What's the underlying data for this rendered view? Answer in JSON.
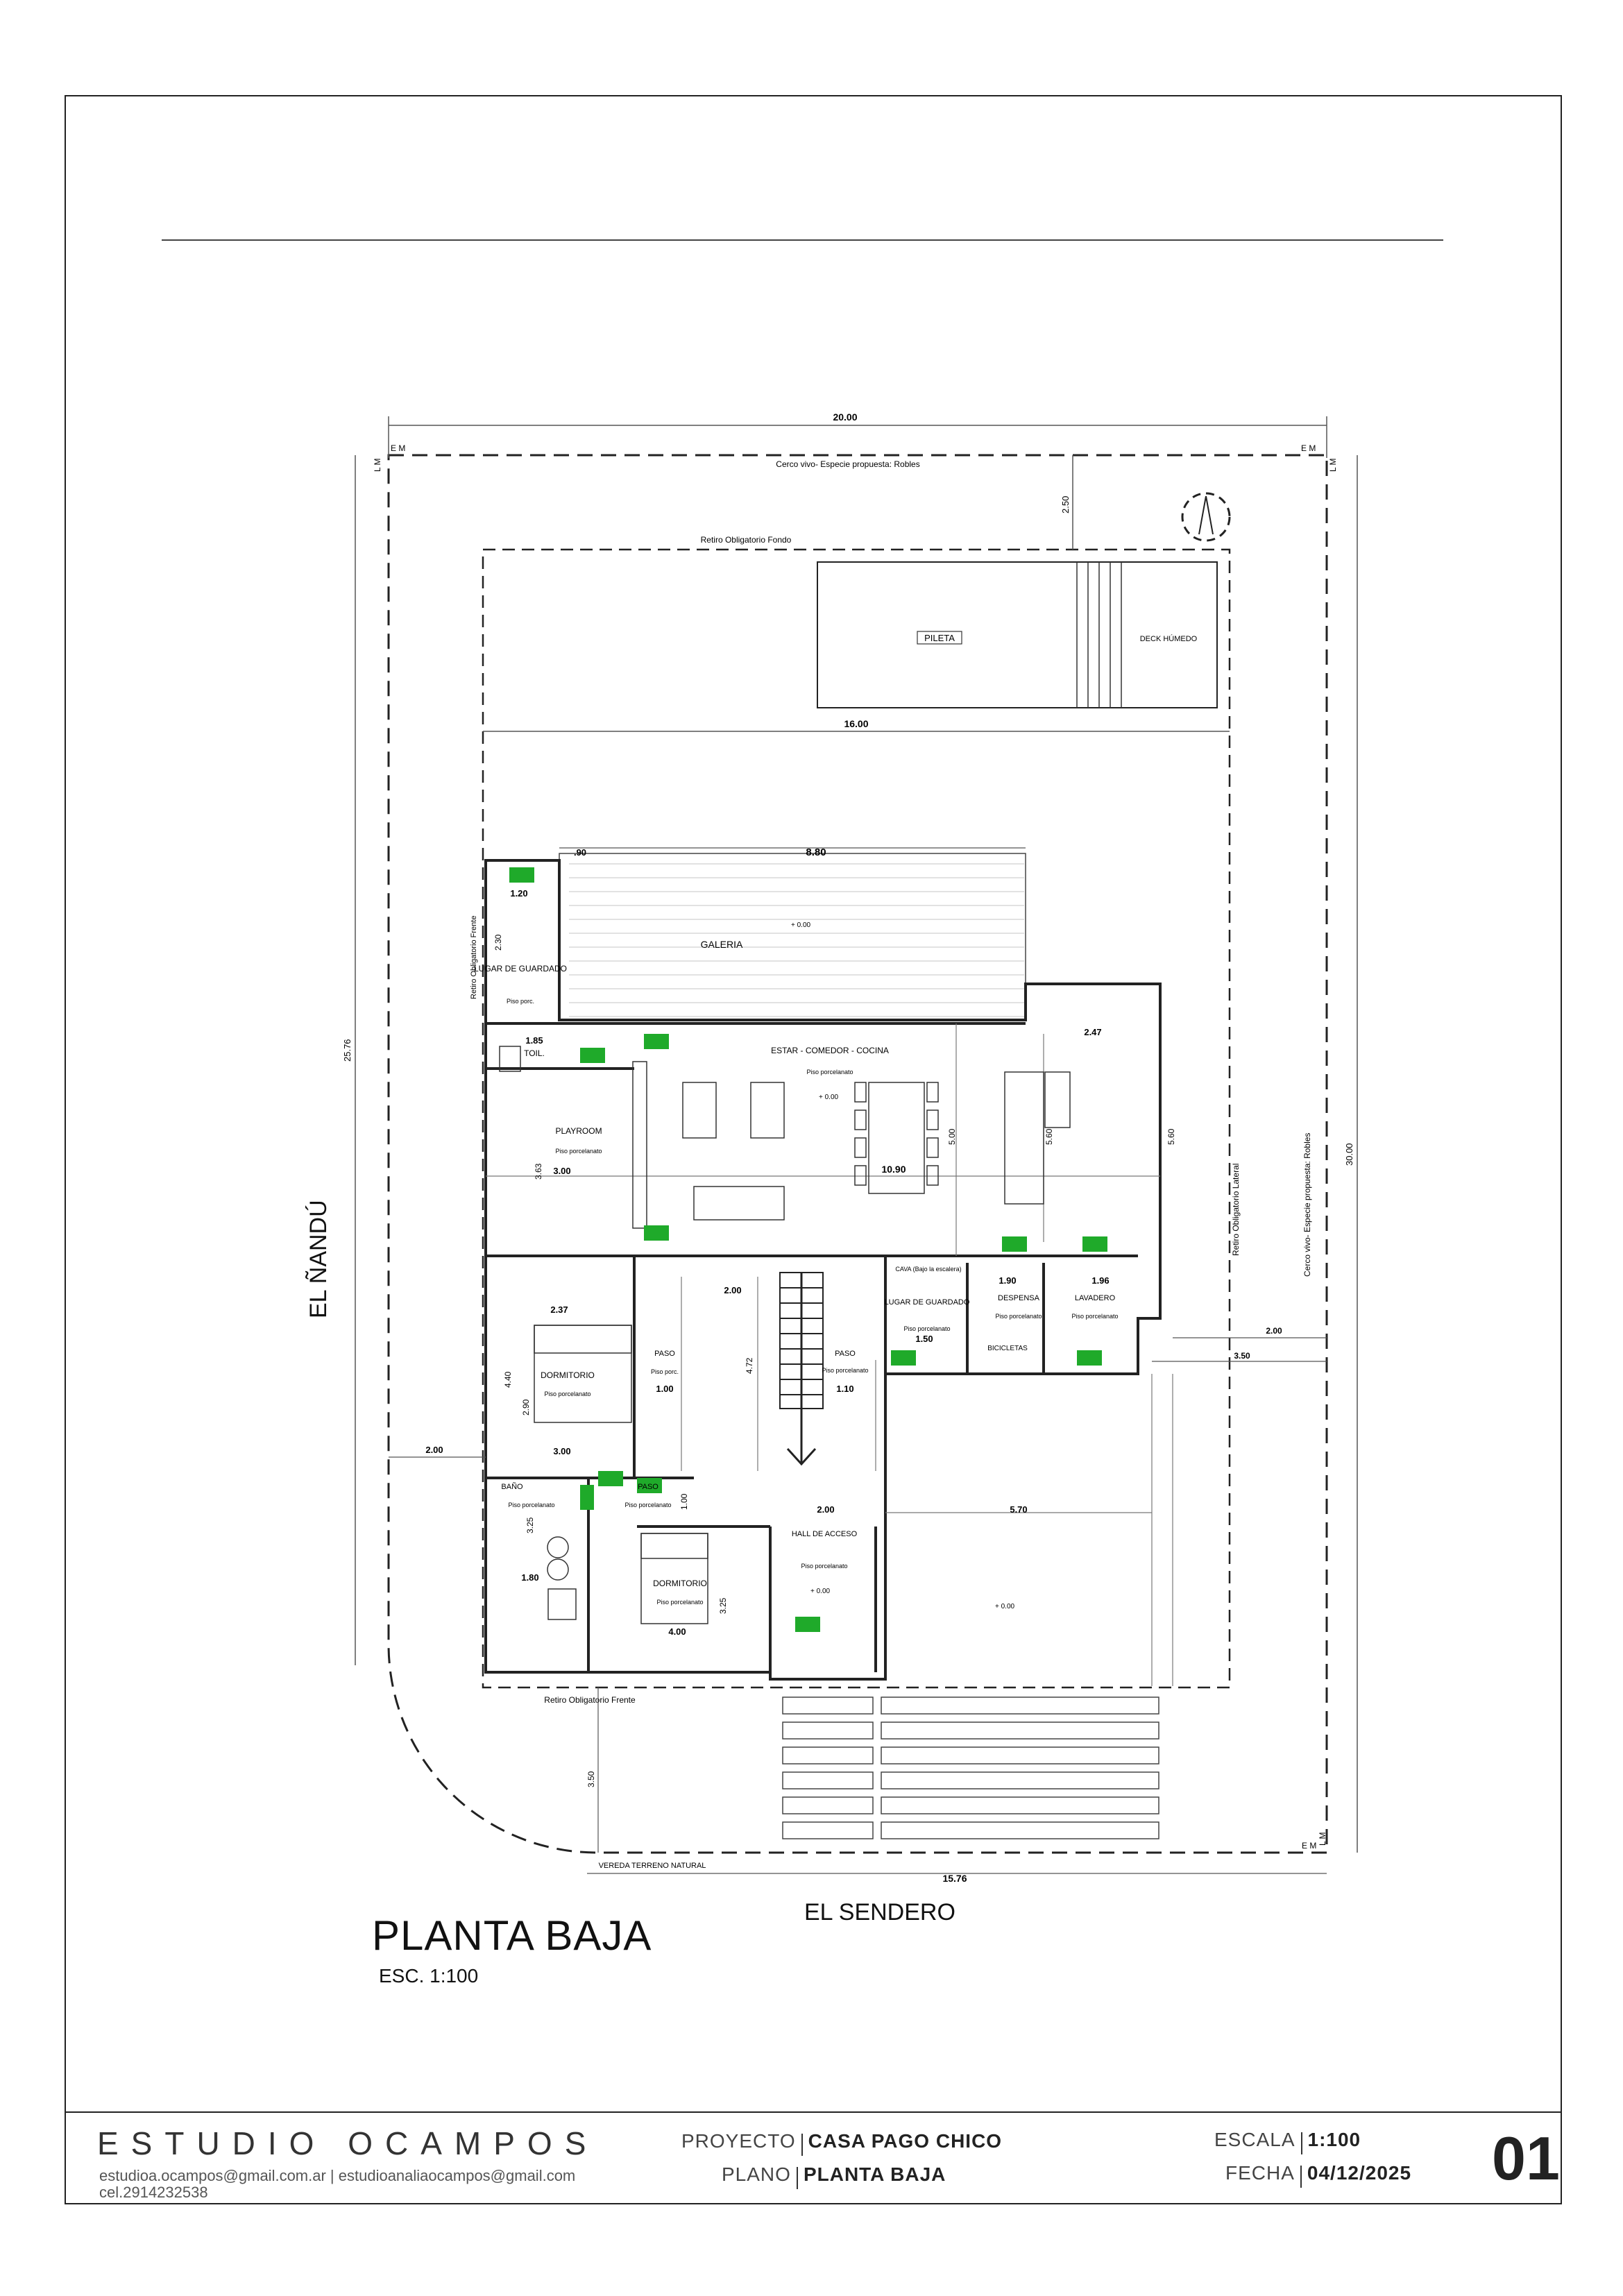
{
  "sheet": {
    "plan_title": "PLANTA BAJA",
    "plan_scale": "ESC. 1:100",
    "street_bottom": "EL SENDERO",
    "street_left": "EL ÑANDÚ"
  },
  "plan_labels": {
    "lot_width": "20.00",
    "lot_depth_left": "25.76",
    "lot_depth_right": "30.00",
    "front_width": "15.76",
    "pool_setback": "2.50",
    "back_setback_width": "16.00",
    "north": "N",
    "live_fence_back": "Cerco vivo- Especie propuesta: Robles",
    "live_fence_side": "Cerco vivo- Especie propuesta: Robles",
    "back_setback": "Retiro Obligatorio Fondo",
    "front_setback": "Retiro Obligatorio Frente",
    "lateral_setback": "Retiro Obligatorio Lateral",
    "pool": "PILETA",
    "deck": "DECK HÚMEDO",
    "em": "E M",
    "lm": "L M",
    "sidewalk": "VEREDA TERRENO NATURAL",
    "gallery": "GALERIA",
    "gallery_width": "8.80",
    "gallery_left": ".90",
    "storage_top": "LUGAR DE GUARDADO",
    "storage_top_dim": "1.20",
    "storage_top_dim2": "2.30",
    "toilet": "TOIL.",
    "toilet_dim": "1.85",
    "living": "ESTAR - COMEDOR - COCINA",
    "living_dim": "10.90",
    "living_h": "5.00",
    "kitchen_h": "5.60",
    "kitchen_top": "2.47",
    "playroom": "PLAYROOM",
    "playroom_dim": "3.00",
    "playroom_h": "3.63",
    "floor": "Piso porcelanato",
    "floor_short": "Piso porc.",
    "bedroom1": "DORMITORIO",
    "bedroom1_w": "2.37",
    "bedroom1_w2": "3.00",
    "bedroom1_h": "4.40",
    "bedroom1_h2": "2.90",
    "hall1": "PASO",
    "hall1_w": "1.00",
    "stair_w": "2.00",
    "stair_h": "4.72",
    "hall2": "PASO",
    "hall2_w": "1.10",
    "hall3": "PASO",
    "hall3_h": "1.00",
    "cellar": "CAVA (Bajo la escalera)",
    "storage2": "LUGAR DE GUARDADO",
    "storage2_w": "1.50",
    "pantry": "DESPENSA",
    "pantry_w": "1.90",
    "laundry": "LAVADERO",
    "laundry_w": "1.96",
    "bikes": "BICICLETAS",
    "side_setback": "2.00",
    "side_setback2": "3.50",
    "left_setback": "2.00",
    "bath": "BAÑO",
    "bath_w": "1.80",
    "bath_h": "3.25",
    "bedroom2": "DORMITORIO",
    "bedroom2_w": "4.00",
    "bedroom2_h": "3.25",
    "entry_hall": "HALL DE ACCESO",
    "entry_w": "2.00",
    "garage_w": "5.70",
    "front_setback_dim": "3.50",
    "level": "+ 0.00"
  },
  "title_block": {
    "studio_name": "ESTUDIO  OCAMPOS",
    "emails": "estudioa.ocampos@gmail.com.ar  |  estudioanaliaocampos@gmail.com",
    "phone": "cel.2914232538",
    "project_label": "PROYECTO",
    "project_value": "CASA PAGO CHICO",
    "plan_label": "PLANO",
    "plan_value": "PLANTA BAJA",
    "scale_label": "ESCALA",
    "scale_value": "1:100",
    "date_label": "FECHA",
    "date_value": "04/12/2025",
    "sheet_number": "01"
  },
  "colors": {
    "line": "#222222",
    "thin": "#777777",
    "hatch": "#b8b8b8",
    "tag_green": "#1faa2a"
  }
}
